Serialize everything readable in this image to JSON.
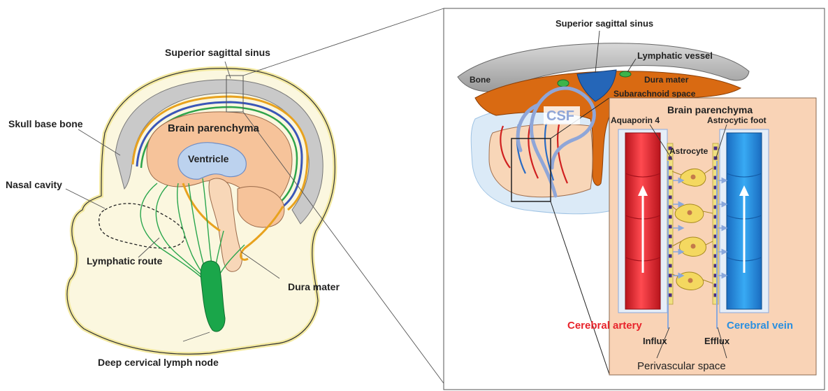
{
  "left_panel": {
    "superior_sagittal_sinus": "Superior sagittal sinus",
    "skull_base_bone": "Skull base bone",
    "brain_parenchyma": "Brain parenchyma",
    "ventricle": "Ventricle",
    "nasal_cavity": "Nasal cavity",
    "lymphatic_route": "Lymphatic route",
    "dura_mater": "Dura mater",
    "deep_cervical_lymph_node": "Deep cervical lymph node"
  },
  "right_panel": {
    "superior_sagittal_sinus": "Superior sagittal sinus",
    "lymphatic_vessel": "Lymphatic vessel",
    "bone": "Bone",
    "dura_mater": "Dura mater",
    "subarachnoid_space": "Subarachnoid space",
    "csf": "CSF",
    "brain_parenchyma": "Brain parenchyma",
    "aquaporin_4": "Aquaporin 4",
    "astrocytic_foot": "Astrocytic foot",
    "astrocyte": "Astrocyte",
    "cerebral_artery": "Cerebral artery",
    "cerebral_vein": "Cerebral vein",
    "influx": "Influx",
    "efflux": "Efflux",
    "perivascular_space": "Perivascular space"
  },
  "colors": {
    "artery": "#e8242c",
    "vein": "#2a8fe0",
    "csf": "#8fa6d8",
    "skin": "#fbf7df",
    "brain": "#f6c39a",
    "dura": "#d96a12",
    "lymph": "#1aa64a",
    "panel_bg": "#f9d3b6"
  }
}
